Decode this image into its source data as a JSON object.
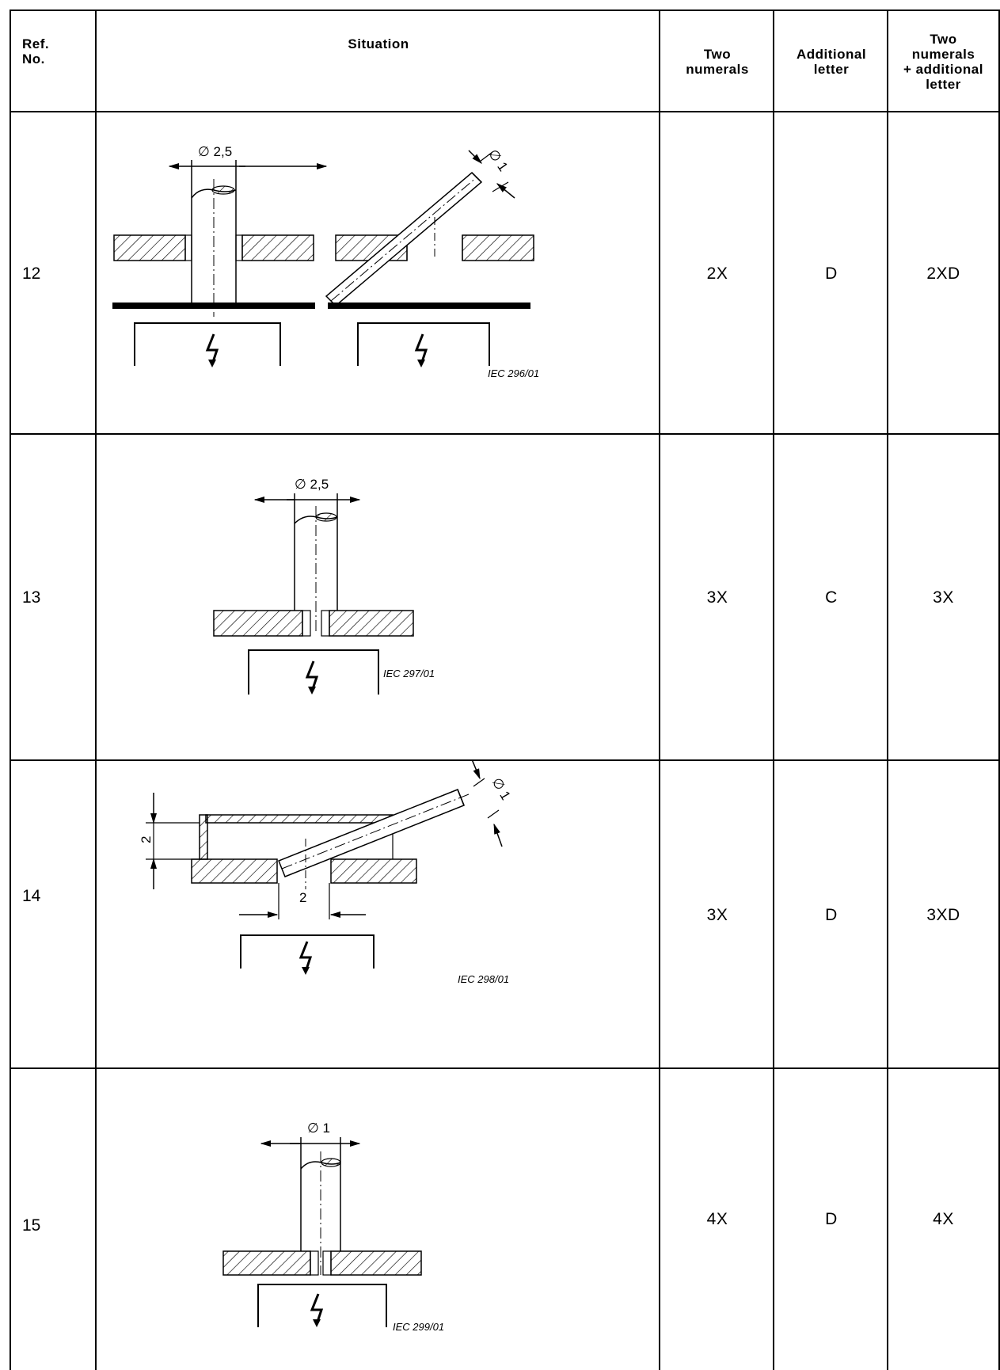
{
  "headers": {
    "ref": "Ref.\nNo.",
    "situation": "Situation",
    "two_numerals": "Two\nnumerals",
    "additional_letter": "Additional\nletter",
    "combined": "Two\nnumerals\n+ additional\nletter"
  },
  "rows": [
    {
      "ref": "12",
      "two_numerals": "2X",
      "additional_letter": "D",
      "combined": "2XD",
      "figure": {
        "caption": "IEC  296/01",
        "dim1": "∅ 2,5",
        "dim2": "∅ 1"
      }
    },
    {
      "ref": "13",
      "two_numerals": "3X",
      "additional_letter": "C",
      "combined": "3X",
      "figure": {
        "caption": "IEC  297/01",
        "dim1": "∅ 2,5"
      }
    },
    {
      "ref": "14",
      "two_numerals": "3X",
      "additional_letter": "D",
      "combined": "3XD",
      "figure": {
        "caption": "IEC  298/01",
        "dim1": "∅ 1",
        "dim2": "2",
        "dim3": "2"
      }
    },
    {
      "ref": "15",
      "two_numerals": "4X",
      "additional_letter": "D",
      "combined": "4X",
      "figure": {
        "caption": "IEC  299/01",
        "dim1": "∅ 1"
      }
    }
  ]
}
